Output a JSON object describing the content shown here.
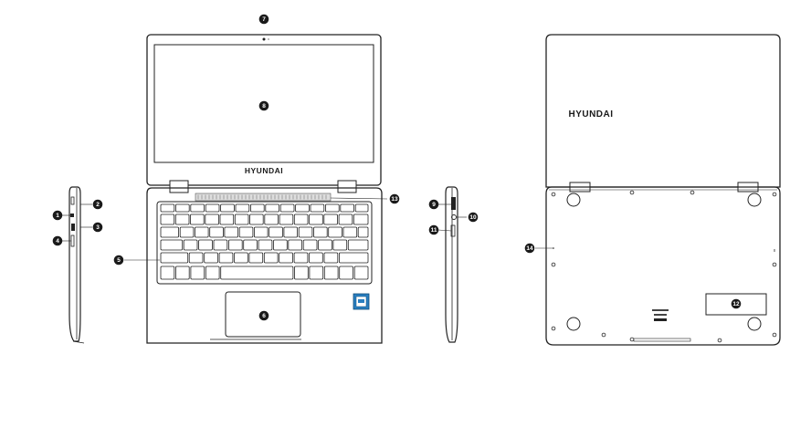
{
  "brand": {
    "screen_bezel": "HYUNDAI",
    "lid_back": "HYUNDAI"
  },
  "callouts": {
    "c1": "1",
    "c2": "2",
    "c3": "3",
    "c4": "4",
    "c5": "5",
    "c6": "6",
    "c7": "7",
    "c8": "8",
    "c9": "9",
    "c10": "10",
    "c11": "11",
    "c12": "12",
    "c13": "13",
    "c14": "14"
  },
  "colors": {
    "line": "#222222",
    "callout_fill": "#1a1a1a",
    "badge_blue": "#2a7fc0"
  }
}
